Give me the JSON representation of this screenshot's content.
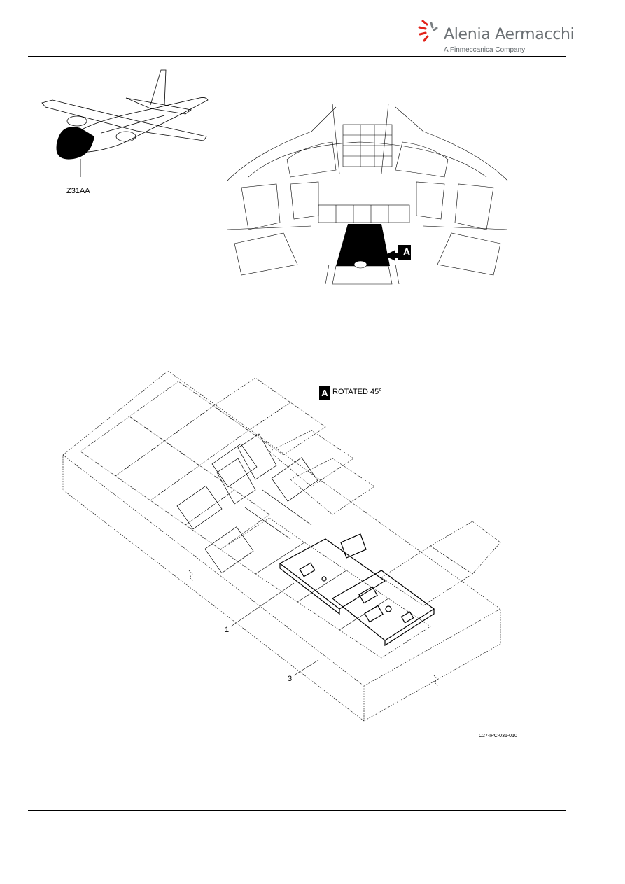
{
  "header": {
    "brand_name": "Alenia Aermacchi",
    "brand_subtitle": "A Finmeccanica Company"
  },
  "figure": {
    "zone_label": "Z31AA",
    "view_callout": "A",
    "detail_caption": "ROTATED 45°",
    "item_numbers": [
      "1",
      "3"
    ],
    "figure_id": "C27-IPC-031-010"
  }
}
